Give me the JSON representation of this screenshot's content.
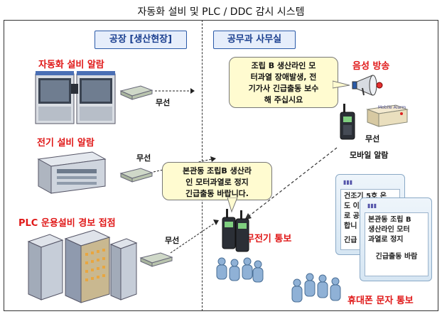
{
  "title": "자동화 설비 및 PLC / DDC 감시 시스템",
  "zones": {
    "factory": "공장 [생산현장]",
    "office": "공무과 사무실"
  },
  "alarms": {
    "automation": "자동화 설비 알람",
    "electric": "전기 설비 알람",
    "plc": "PLC 운용설비 경보 접점"
  },
  "wireless_label": "무선",
  "office_labels": {
    "voice_broadcast": "음성 방송",
    "wireless": "무선",
    "mobile_alarm": "모바일 알람",
    "radio_notice": "무전기 통보",
    "phone_sms": "휴대폰 문자 통보"
  },
  "bubble_top": [
    "조립 B 생산라인 모",
    "터과열 장애발생, 전",
    "기가사 긴급출동 보수",
    "해 주십시요"
  ],
  "bubble_mid": [
    "본관동 조립B 생산라",
    "인 모터과열로 정지",
    "긴급출동 바랍니다."
  ],
  "phone_back_lines": [
    "건조기 5호 온",
    "도 이",
    "로 공",
    "합니"
  ],
  "phone_back_footer": "긴급",
  "phone_front_lines": [
    "본관동 조립 B",
    "생산라인 모터",
    "과열로 정지"
  ],
  "phone_front_footer": "긴급출동 바람",
  "device_brand": "Mobile Alarm"
}
